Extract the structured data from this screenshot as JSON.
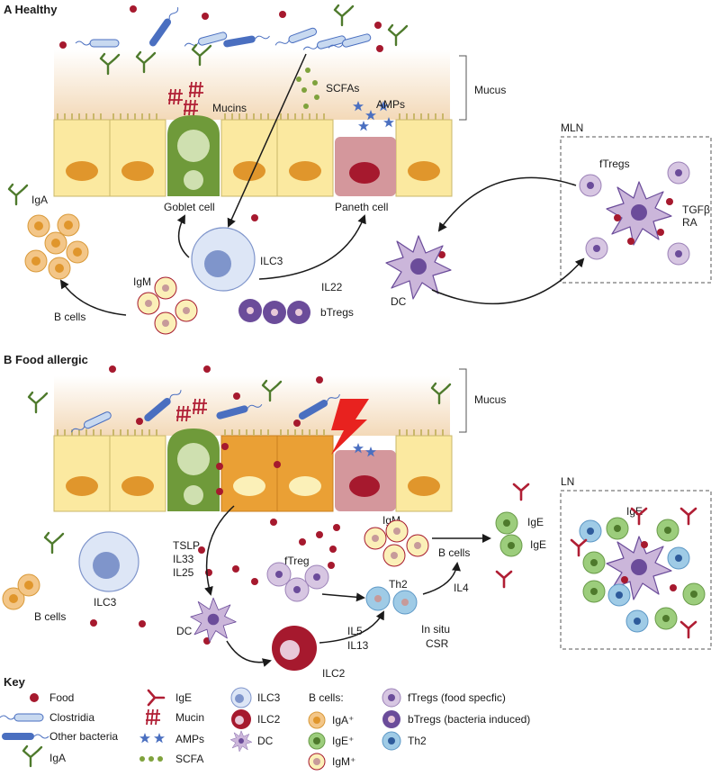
{
  "panel_a": {
    "title": "A  Healthy",
    "mucus": "Mucus",
    "mucins": "Mucins",
    "scfas": "SCFAs",
    "amps": "AMPs",
    "mln": "MLN",
    "ftregs": "fTregs",
    "tgfb": "TGFβ",
    "ra": "RA",
    "iga": "IgA",
    "goblet_cell": "Goblet cell",
    "paneth_cell": "Paneth cell",
    "ilc3": "ILC3",
    "il22": "IL22",
    "dc": "DC",
    "igm": "IgM",
    "b_cells": "B cells",
    "btregs": "bTregs"
  },
  "panel_b": {
    "title": "B  Food allergic",
    "mucus": "Mucus",
    "ln": "LN",
    "ige_ln": "IgE",
    "tslp": "TSLP",
    "il33": "IL33",
    "il25": "IL25",
    "igm": "IgM",
    "b_cells_mid": "B cells",
    "ige1": "IgE",
    "ige2": "IgE",
    "ftreg": "fTreg",
    "th2": "Th2",
    "il4": "IL4",
    "ilc3": "ILC3",
    "b_cells_left": "B cells",
    "dc": "DC",
    "ilc2": "ILC2",
    "il5": "IL5",
    "il13": "IL13",
    "in_situ": "In situ",
    "csr": "CSR"
  },
  "key": {
    "title": "Key",
    "food": "Food",
    "clostridia": "Clostridia",
    "other_bacteria": "Other bacteria",
    "iga": "IgA",
    "ige": "IgE",
    "mucin": "Mucin",
    "amps": "AMPs",
    "scfa": "SCFA",
    "ilc3": "ILC3",
    "ilc2": "ILC2",
    "dc": "DC",
    "b_cells": "B cells:",
    "iga_plus": "IgA⁺",
    "ige_plus": "IgE⁺",
    "igm_plus": "IgM⁺",
    "ftregs": "fTregs (food specfic)",
    "btregs": "bTregs (bacteria induced)",
    "th2": "Th2"
  },
  "colors": {
    "food": "#a6192e",
    "clostridia": "#c8d9f0",
    "other_bacteria": "#4a6fc0",
    "antibody_iga": "#4e7a2c",
    "antibody_ige": "#b01e34",
    "epithelium": "#fbe9a0",
    "nucleus": "#e0962c",
    "goblet": "#6f9a3a",
    "paneth": "#d4979c",
    "mucus": "#f6e3c8",
    "treg_light": "#d7c6e2",
    "treg_dark": "#6b4c9a",
    "ige_bcell": "#9ccd7c",
    "th2": "#9fcbe6",
    "allergic_epithelium": "#eaa035"
  },
  "icons": [
    "food-dot-icon",
    "clostridia-icon",
    "bacteria-icon",
    "iga-icon",
    "ige-icon",
    "mucin-icon",
    "amp-star-icon",
    "scfa-dot-icon",
    "ilc3-cell-icon",
    "ilc2-cell-icon",
    "dc-cell-icon",
    "b-cell-icon",
    "treg-cell-icon",
    "th2-cell-icon",
    "lightning-icon"
  ]
}
